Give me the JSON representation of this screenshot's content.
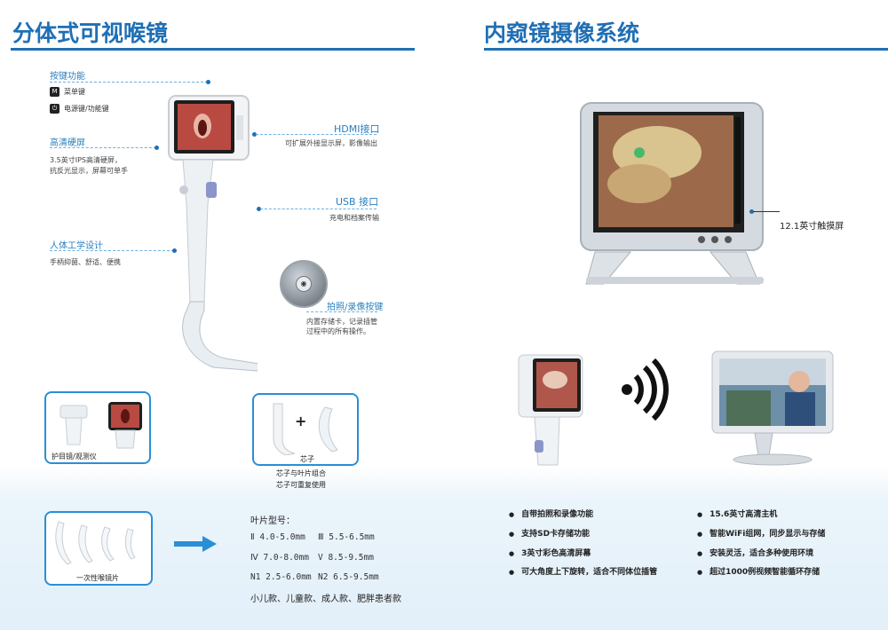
{
  "left": {
    "title": "分体式可视喉镜",
    "keys": {
      "heading": "按键功能",
      "menu_chip": "M",
      "menu_label": "菜单键",
      "power_label": "电源键/功能键"
    },
    "screen": {
      "heading": "高清硬屏",
      "body_1": "3.5英寸IPS高清硬屏，",
      "body_2": "抗反光显示，屏幕可单手"
    },
    "ergo": {
      "heading": "人体工学设计",
      "body": "手柄抑菌、舒适、便携"
    },
    "hdmi": {
      "heading": "HDMI接口",
      "body": "可扩展外接显示屏，影像输出"
    },
    "usb": {
      "heading": "USB 接口",
      "body": "充电和档案传输"
    },
    "capture": {
      "heading": "拍照/录像按键",
      "body_1": "内置存储卡，记录插管",
      "body_2": "过程中的所有操作。"
    },
    "eyepiece_label": "护目镜/观测仪",
    "core_label": "芯子",
    "core_plus": "+",
    "core_caption_1": "芯子与叶片组合",
    "core_caption_2": "芯子可重复使用",
    "blade_label": "一次性喉镜片",
    "blade_specs": {
      "heading": "叶片型号：",
      "row1_a": "Ⅱ 4.0-5.0mm",
      "row1_b": "Ⅲ 5.5-6.5mm",
      "row2_a": "Ⅳ 7.0-8.0mm",
      "row2_b": "V 8.5-9.5mm",
      "row3_a": "N1 2.5-6.0mm",
      "row3_b": "N2 6.5-9.5mm",
      "types": "小儿款、儿童款、成人款、肥胖患者款"
    }
  },
  "right": {
    "title": "内窥镜摄像系统",
    "monitor_label": "12.1英寸触摸屏",
    "features_left": [
      "自带拍照和录像功能",
      "支持SD卡存储功能",
      "3英寸彩色高清屏幕",
      "可大角度上下旋转，适合不同体位插管"
    ],
    "features_right": [
      "15.6英寸高清主机",
      "智能WiFi组网，同步显示与存储",
      "安装灵活，适合多种使用环境",
      "超过1000例视频智能循环存储"
    ]
  },
  "colors": {
    "brand_blue": "#1f6fb5",
    "accent_blue": "#2a8fd6"
  }
}
